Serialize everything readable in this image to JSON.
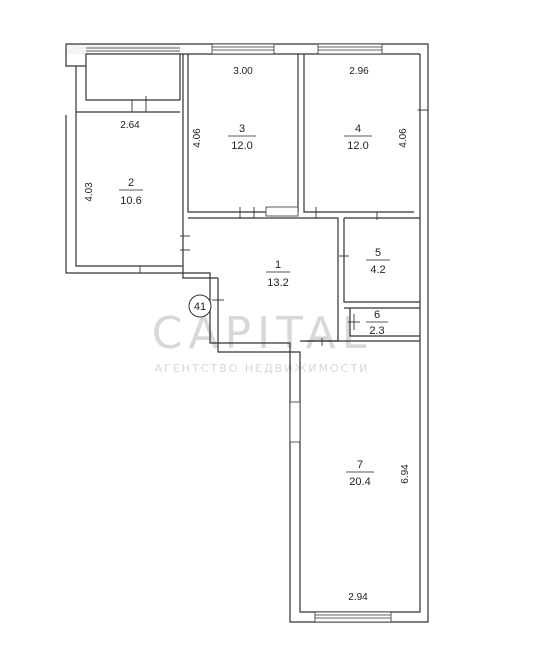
{
  "marker": "41",
  "watermark": {
    "main": "CAPITAL",
    "sub": "АГЕНТСТВО НЕДВИЖИМОСТИ"
  },
  "rooms": [
    {
      "id": "1",
      "no": "1",
      "area": "13.2",
      "underline": false
    },
    {
      "id": "2",
      "no": "2",
      "area": "10.6",
      "underline": false
    },
    {
      "id": "3",
      "no": "3",
      "area": "12.0",
      "underline": true
    },
    {
      "id": "4",
      "no": "4",
      "area": "12.0",
      "underline": true
    },
    {
      "id": "5",
      "no": "5",
      "area": "4.2",
      "underline": true
    },
    {
      "id": "6",
      "no": "6",
      "area": "2.3",
      "underline": true
    },
    {
      "id": "7",
      "no": "7",
      "area": "20.4",
      "underline": true
    }
  ],
  "dimensions": {
    "room2_width": "2.64",
    "room2_height": "4.03",
    "room3_width": "3.00",
    "room3_height": "4.06",
    "room4_width": "2.96",
    "room4_height": "4.06",
    "room7_width": "2.94",
    "room7_height": "6.94"
  }
}
